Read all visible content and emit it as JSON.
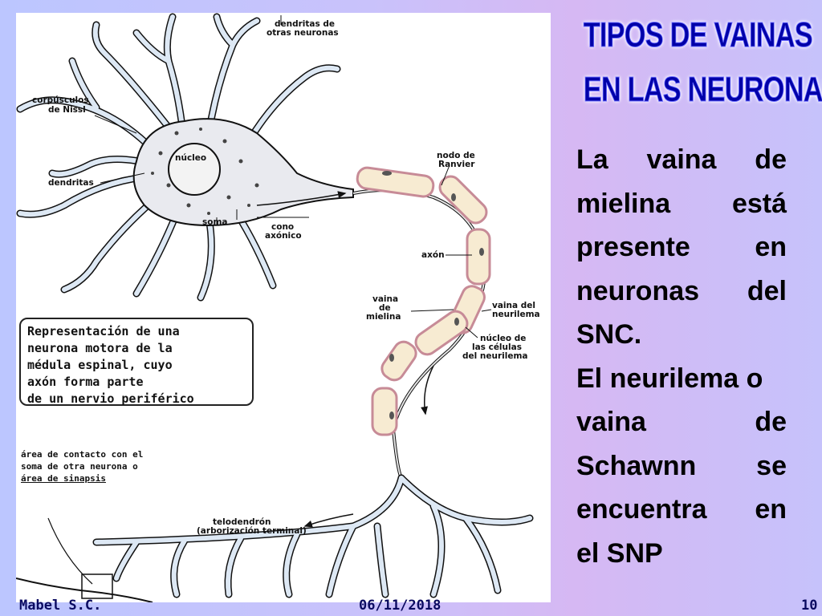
{
  "slide": {
    "title_line1": "TIPOS DE VAINAS",
    "title_line2": "EN LAS  NEURONAS",
    "body_lines": [
      [
        "La",
        "vaina",
        "de"
      ],
      [
        "mielina",
        "está"
      ],
      [
        "presente",
        "en"
      ],
      [
        "neuronas",
        "del"
      ],
      [
        "SNC."
      ],
      [
        "El neurilema o"
      ],
      [
        "vaina",
        "de"
      ],
      [
        "Schawnn",
        "se"
      ],
      [
        "encuentra",
        "en"
      ],
      [
        "el SNP"
      ]
    ],
    "footer_author": "Mabel S.C.",
    "footer_date": "06/11/2018",
    "footer_page": "10"
  },
  "diagram": {
    "labels": {
      "dendritas_otras_1": "dendritas de",
      "dendritas_otras_2": "otras neuronas",
      "nissl_1": "corpúsculos",
      "nissl_2": "de Nissl",
      "nucleo": "núcleo",
      "dendritas": "dendritas",
      "soma": "soma",
      "cono_1": "cono",
      "cono_2": "axónico",
      "nodo_1": "nodo de",
      "nodo_2": "Ranvier",
      "axon": "axón",
      "vaina_1": "vaina",
      "vaina_2": "de",
      "vaina_3": "mielina",
      "neurilema_1": "vaina del",
      "neurilema_2": "neurilema",
      "nucleo_cel_1": "núcleo de",
      "nucleo_cel_2": "las células",
      "nucleo_cel_3": "del neurilema",
      "telo_1": "telodendrón",
      "telo_2": "(arborización terminal)"
    },
    "caption_lines": [
      "Representación de una",
      "neurona motora de la",
      "médula espinal, cuyo",
      "axón forma parte",
      "de un nervio periférico"
    ],
    "sinapsis_lines": [
      "área de contacto con el",
      "soma de otra neurona o",
      "área de sinapsis"
    ]
  },
  "colors": {
    "title": "#0000a8",
    "myelin_fill": "#f7ebd2",
    "myelin_outline": "#c78b97",
    "dendrite_fill": "#dde8f4"
  }
}
